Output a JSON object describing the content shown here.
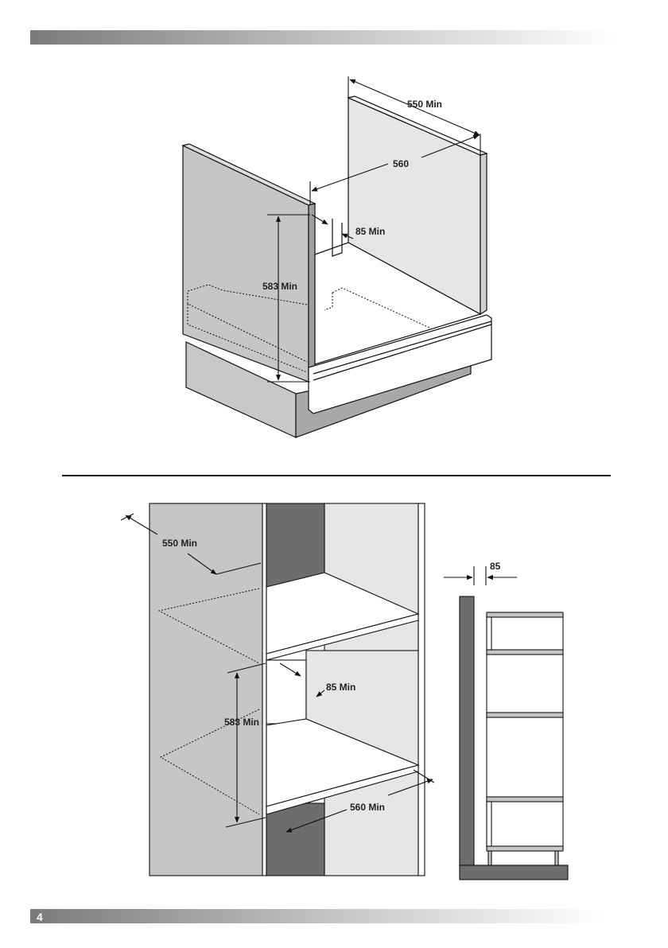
{
  "page_number": "4",
  "top_diagram": {
    "labels": {
      "depth": "550 Min",
      "width": "560",
      "gap": "85 Min",
      "height": "583 Min"
    }
  },
  "bottom_diagram": {
    "labels": {
      "depth": "550 Min",
      "gap": "85 Min",
      "height": "583 Min",
      "width": "560 Min"
    }
  },
  "side_view": {
    "labels": {
      "gap": "85"
    }
  },
  "colors": {
    "panel": "#c6c6c6",
    "dark_panel": "#6d6d6d",
    "light_panel": "#e6e6e6",
    "line": "#111111"
  }
}
